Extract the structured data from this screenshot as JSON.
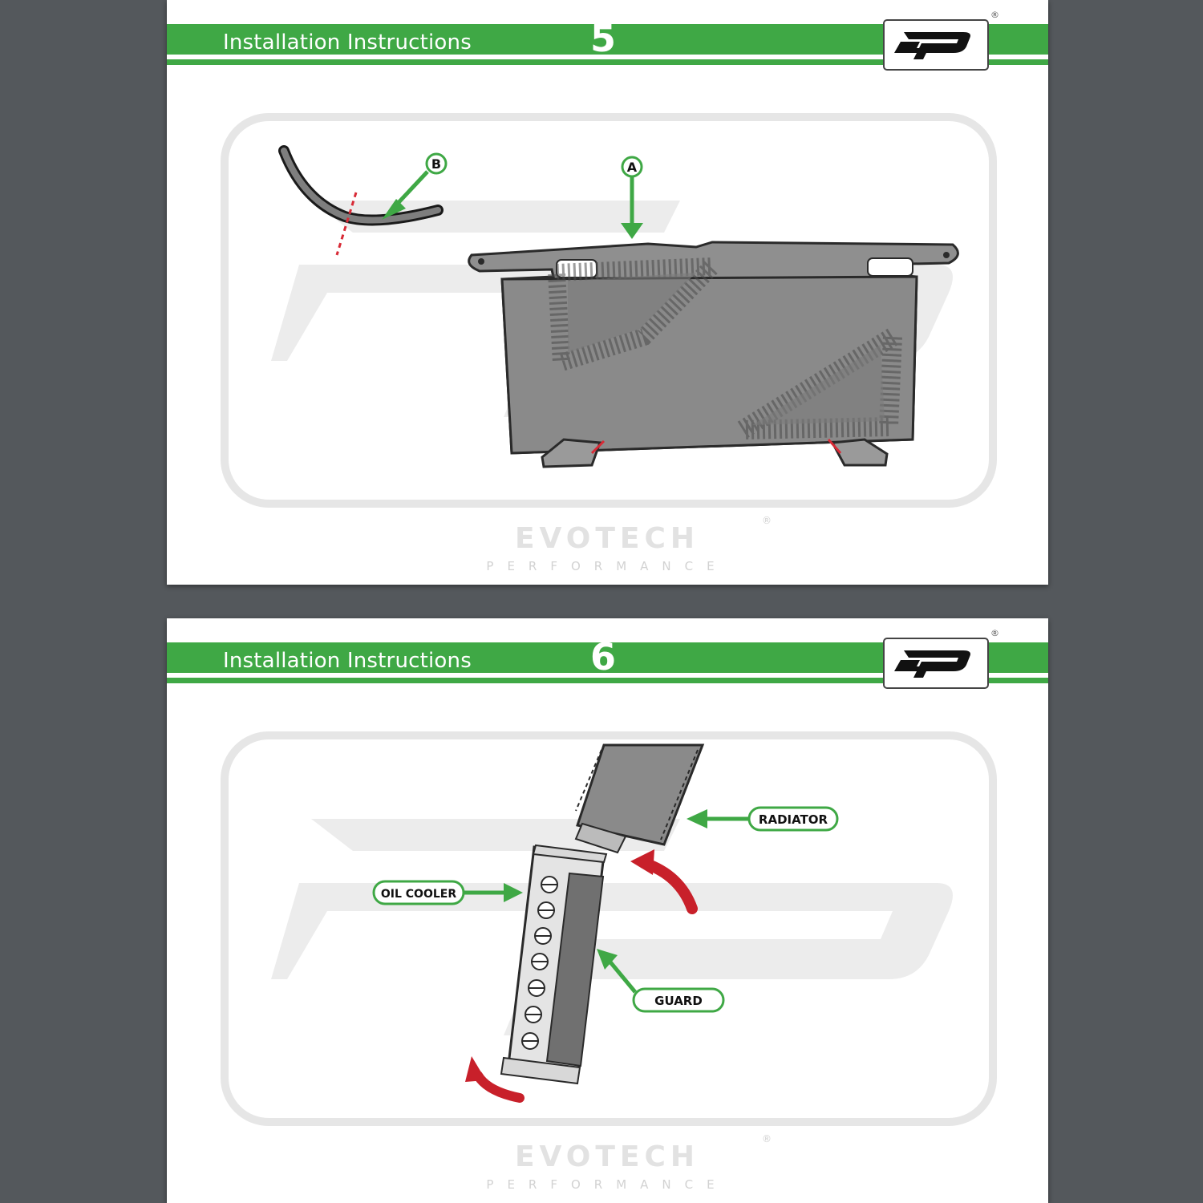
{
  "pages": [
    {
      "header_title": "Installation Instructions",
      "step_number": "5",
      "callouts": {
        "a": "A",
        "b": "B"
      },
      "footer_brand": "EVOTECH",
      "footer_sub": "PERFORMANCE",
      "registered_mark": "®"
    },
    {
      "header_title": "Installation Instructions",
      "step_number": "6",
      "labels": {
        "radiator": "RADIATOR",
        "oil_cooler": "OIL COOLER",
        "guard": "GUARD"
      },
      "footer_brand": "EVOTECH",
      "footer_sub": "PERFORMANCE",
      "registered_mark": "®"
    }
  ],
  "colors": {
    "brand_green": "#3fa845",
    "arrow_red": "#c8202a",
    "part_grey": "#8a8a8a",
    "background": "#54585c"
  },
  "icons": [
    "ep-logo-icon",
    "arrow-down-icon",
    "arrow-left-icon",
    "arrow-right-icon",
    "curved-arrow-icon"
  ]
}
